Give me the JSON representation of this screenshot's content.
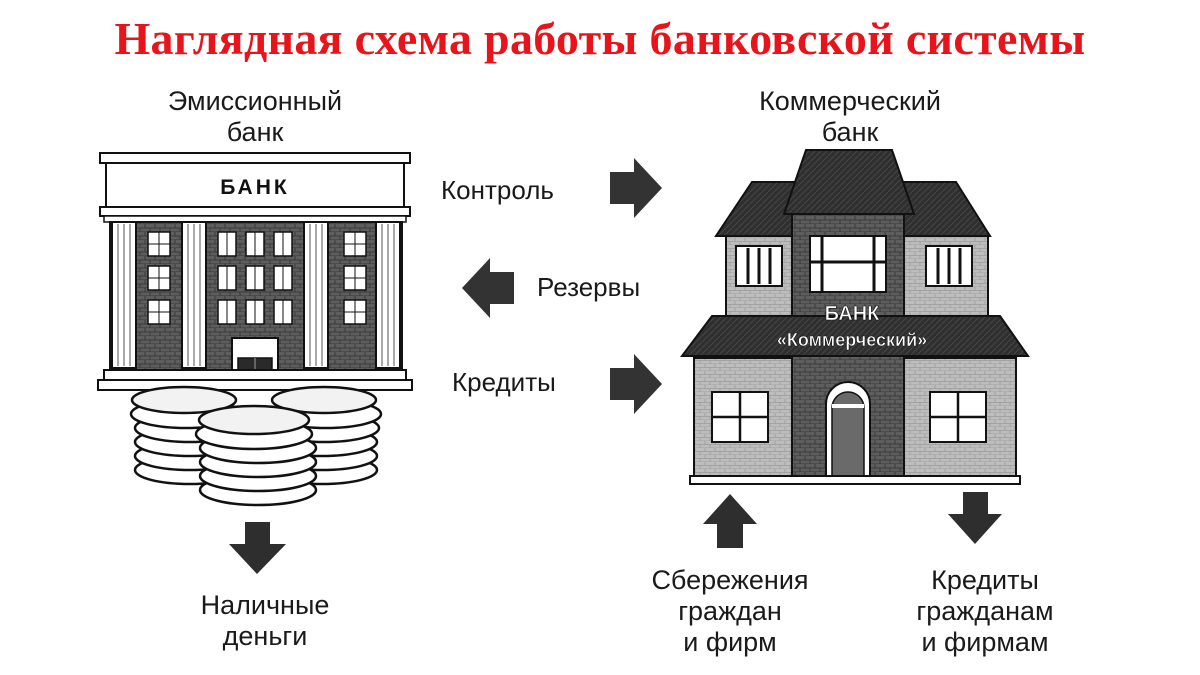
{
  "title": "Наглядная схема работы банковской системы",
  "emission_bank": {
    "caption_lines": [
      "Эмиссионный",
      "банк"
    ],
    "sign": "БАНК"
  },
  "commercial_bank": {
    "caption_lines": [
      "Коммерческий",
      "банк"
    ],
    "sign_line1": "БАНК",
    "sign_line2": "«Коммерческий»"
  },
  "flows": {
    "control": "Контроль",
    "reserves": "Резервы",
    "credits": "Кредиты"
  },
  "cash": {
    "lines": [
      "Наличные",
      "деньги"
    ]
  },
  "savings": {
    "lines": [
      "Сбережения",
      "граждан",
      "и фирм"
    ]
  },
  "loans_out": {
    "lines": [
      "Кредиты",
      "гражданам",
      "и фирмам"
    ]
  }
}
